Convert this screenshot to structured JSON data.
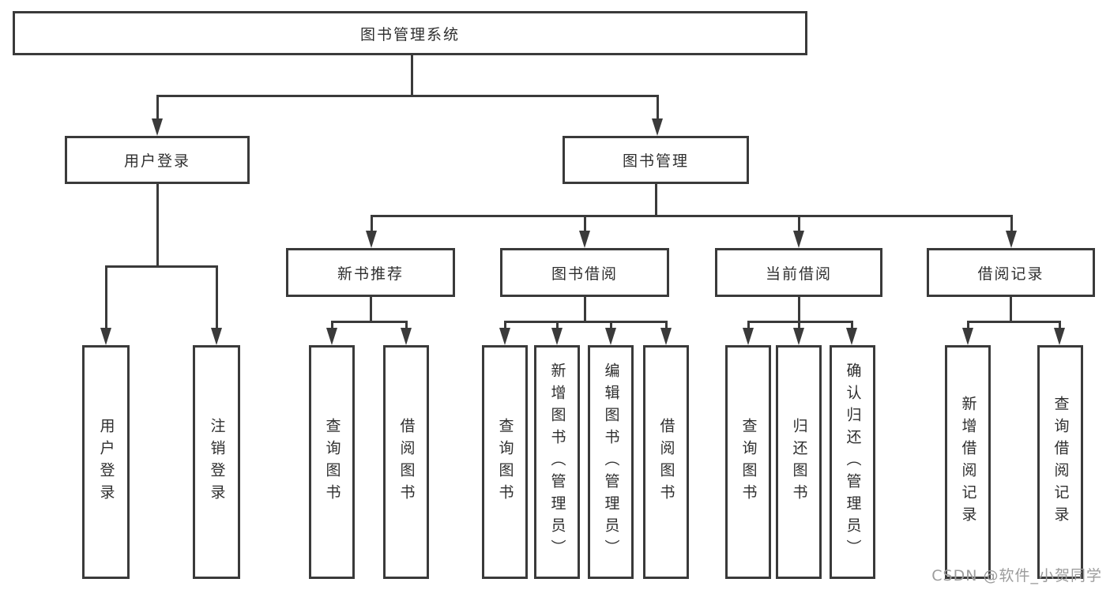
{
  "nodes": {
    "root": "图书管理系统",
    "user_login": "用户登录",
    "book_management": "图书管理",
    "new_book_recommend": "新书推荐",
    "book_borrow": "图书借阅",
    "current_borrow": "当前借阅",
    "borrow_record": "借阅记录"
  },
  "leaves": {
    "user_login": [
      "用户登录",
      "注销登录"
    ],
    "new_book_recommend": [
      "查询图书",
      "借阅图书"
    ],
    "book_borrow": [
      "查询图书",
      "新增图书（管理员）",
      "编辑图书（管理员）",
      "借阅图书"
    ],
    "current_borrow": [
      "查询图书",
      "归还图书",
      "确认归还（管理员）"
    ],
    "borrow_record": [
      "新增借阅记录",
      "查询借阅记录"
    ]
  },
  "watermark": "CSDN @软件_小贺同学",
  "colors": {
    "line": "#3a3a3a",
    "text": "#2f2f2f",
    "watermark": "#9c9c9c",
    "background": "#ffffff"
  }
}
